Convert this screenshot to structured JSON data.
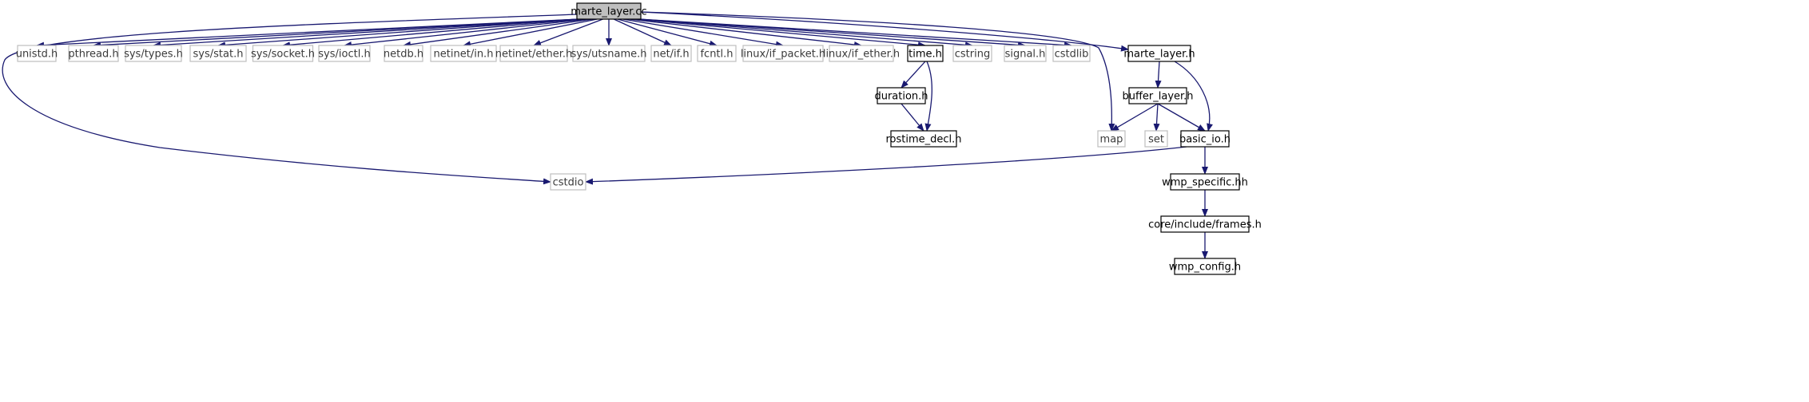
{
  "diagram": {
    "title": "",
    "style": {
      "edge_color": "#191970",
      "root_fill": "#bfbfbf",
      "doc_border": "#000000",
      "system_header_border": "#bfbfbf"
    },
    "nodes": [
      {
        "id": "marte_layer_cc",
        "label": "marte_layer.cc",
        "kind": "root"
      },
      {
        "id": "unistd_h",
        "label": "unistd.h",
        "kind": "system"
      },
      {
        "id": "pthread_h",
        "label": "pthread.h",
        "kind": "system"
      },
      {
        "id": "sys_types_h",
        "label": "sys/types.h",
        "kind": "system"
      },
      {
        "id": "sys_stat_h",
        "label": "sys/stat.h",
        "kind": "system"
      },
      {
        "id": "sys_socket_h",
        "label": "sys/socket.h",
        "kind": "system"
      },
      {
        "id": "sys_ioctl_h",
        "label": "sys/ioctl.h",
        "kind": "system"
      },
      {
        "id": "netdb_h",
        "label": "netdb.h",
        "kind": "system"
      },
      {
        "id": "netinet_in_h",
        "label": "netinet/in.h",
        "kind": "system"
      },
      {
        "id": "netinet_ether_h",
        "label": "netinet/ether.h",
        "kind": "system"
      },
      {
        "id": "sys_utsname_h",
        "label": "sys/utsname.h",
        "kind": "system"
      },
      {
        "id": "net_if_h",
        "label": "net/if.h",
        "kind": "system"
      },
      {
        "id": "fcntl_h",
        "label": "fcntl.h",
        "kind": "system"
      },
      {
        "id": "linux_if_packet_h",
        "label": "linux/if_packet.h",
        "kind": "system"
      },
      {
        "id": "linux_if_ether_h",
        "label": "linux/if_ether.h",
        "kind": "system"
      },
      {
        "id": "time_h",
        "label": "time.h",
        "kind": "doc"
      },
      {
        "id": "cstring",
        "label": "cstring",
        "kind": "system"
      },
      {
        "id": "signal_h",
        "label": "signal.h",
        "kind": "system"
      },
      {
        "id": "cstdlib",
        "label": "cstdlib",
        "kind": "system"
      },
      {
        "id": "marte_layer_h",
        "label": "marte_layer.h",
        "kind": "doc"
      },
      {
        "id": "duration_h",
        "label": "duration.h",
        "kind": "doc"
      },
      {
        "id": "rostime_decl_h",
        "label": "rostime_decl.h",
        "kind": "doc"
      },
      {
        "id": "buffer_layer_h",
        "label": "buffer_layer.h",
        "kind": "doc"
      },
      {
        "id": "map",
        "label": "map",
        "kind": "system"
      },
      {
        "id": "set",
        "label": "set",
        "kind": "system"
      },
      {
        "id": "basic_io_h",
        "label": "basic_io.h",
        "kind": "doc"
      },
      {
        "id": "cstdio",
        "label": "cstdio",
        "kind": "system"
      },
      {
        "id": "wmp_specific_hh",
        "label": "wmp_specific.hh",
        "kind": "doc"
      },
      {
        "id": "core_include_frames_h",
        "label": "core/include/frames.h",
        "kind": "doc"
      },
      {
        "id": "wmp_config_h",
        "label": "wmp_config.h",
        "kind": "doc"
      }
    ],
    "edges": [
      [
        "marte_layer_cc",
        "cstdio"
      ],
      [
        "marte_layer_cc",
        "unistd_h"
      ],
      [
        "marte_layer_cc",
        "pthread_h"
      ],
      [
        "marte_layer_cc",
        "sys_types_h"
      ],
      [
        "marte_layer_cc",
        "sys_stat_h"
      ],
      [
        "marte_layer_cc",
        "sys_socket_h"
      ],
      [
        "marte_layer_cc",
        "sys_ioctl_h"
      ],
      [
        "marte_layer_cc",
        "netdb_h"
      ],
      [
        "marte_layer_cc",
        "netinet_in_h"
      ],
      [
        "marte_layer_cc",
        "netinet_ether_h"
      ],
      [
        "marte_layer_cc",
        "sys_utsname_h"
      ],
      [
        "marte_layer_cc",
        "net_if_h"
      ],
      [
        "marte_layer_cc",
        "fcntl_h"
      ],
      [
        "marte_layer_cc",
        "linux_if_packet_h"
      ],
      [
        "marte_layer_cc",
        "linux_if_ether_h"
      ],
      [
        "marte_layer_cc",
        "time_h"
      ],
      [
        "marte_layer_cc",
        "cstring"
      ],
      [
        "marte_layer_cc",
        "signal_h"
      ],
      [
        "marte_layer_cc",
        "cstdlib"
      ],
      [
        "marte_layer_cc",
        "map"
      ],
      [
        "marte_layer_cc",
        "marte_layer_h"
      ],
      [
        "time_h",
        "duration_h"
      ],
      [
        "time_h",
        "rostime_decl_h"
      ],
      [
        "duration_h",
        "rostime_decl_h"
      ],
      [
        "marte_layer_h",
        "buffer_layer_h"
      ],
      [
        "marte_layer_h",
        "basic_io_h"
      ],
      [
        "buffer_layer_h",
        "map"
      ],
      [
        "buffer_layer_h",
        "set"
      ],
      [
        "buffer_layer_h",
        "basic_io_h"
      ],
      [
        "basic_io_h",
        "cstdio"
      ],
      [
        "basic_io_h",
        "wmp_specific_hh"
      ],
      [
        "wmp_specific_hh",
        "core_include_frames_h"
      ],
      [
        "core_include_frames_h",
        "wmp_config_h"
      ]
    ]
  }
}
